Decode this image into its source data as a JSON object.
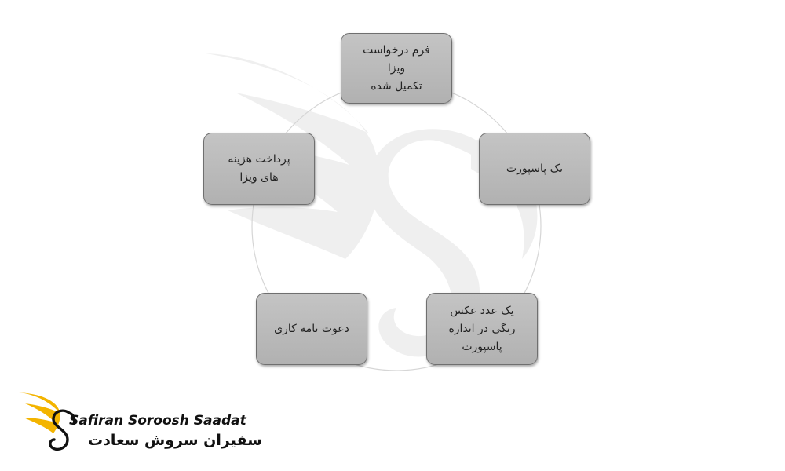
{
  "diagram": {
    "nodes": [
      {
        "id": "n1",
        "lines": [
          "فرم درخواست ویزا",
          "تکمیل شده"
        ]
      },
      {
        "id": "n2",
        "lines": [
          "یک پاسپورت"
        ]
      },
      {
        "id": "n3",
        "lines": [
          "یک عدد عکس",
          "رنگی در اندازه",
          "پاسپورت"
        ]
      },
      {
        "id": "n4",
        "lines": [
          "دعوت نامه کاری"
        ]
      },
      {
        "id": "n5",
        "lines": [
          "پرداخت هزینه",
          "های ویزا"
        ]
      }
    ]
  },
  "logo": {
    "latin": "Safiran Soroosh Saadat",
    "persian": "سفیران سروش سعادت",
    "colors": {
      "wing": "#f3b400",
      "text": "#111111"
    }
  },
  "colors": {
    "node_fill": "#bbbbbb",
    "node_border": "#6f6f6f",
    "ring": "#d6d6d6",
    "watermark": "#f0f0f0"
  }
}
